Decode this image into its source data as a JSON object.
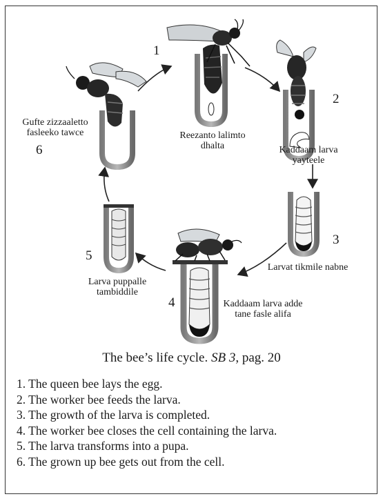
{
  "stages": [
    {
      "number": "1",
      "label": "Reezanto lalimto dhalta"
    },
    {
      "number": "2",
      "label": "Kaddaam larva yayteele"
    },
    {
      "number": "3",
      "label": "Larvat tikmile nabne"
    },
    {
      "number": "4",
      "label": "Kaddaam larva adde tane fasle alifa"
    },
    {
      "number": "5",
      "label": "Larva puppalle tambiddile"
    },
    {
      "number": "6",
      "label": "Gufte zizzaaletto fasleeko tawce"
    }
  ],
  "caption": {
    "text": "The bee’s life cycle. ",
    "source": "SB 3",
    "page": ", pag. 20"
  },
  "steps": [
    "1. The queen bee lays the egg.",
    "2. The worker bee feeds the larva.",
    "3. The growth of the larva is completed.",
    "4. The worker bee closes the cell containing the larva.",
    "5. The larva transforms into a pupa.",
    "6. The grown up bee gets out from the cell."
  ]
}
